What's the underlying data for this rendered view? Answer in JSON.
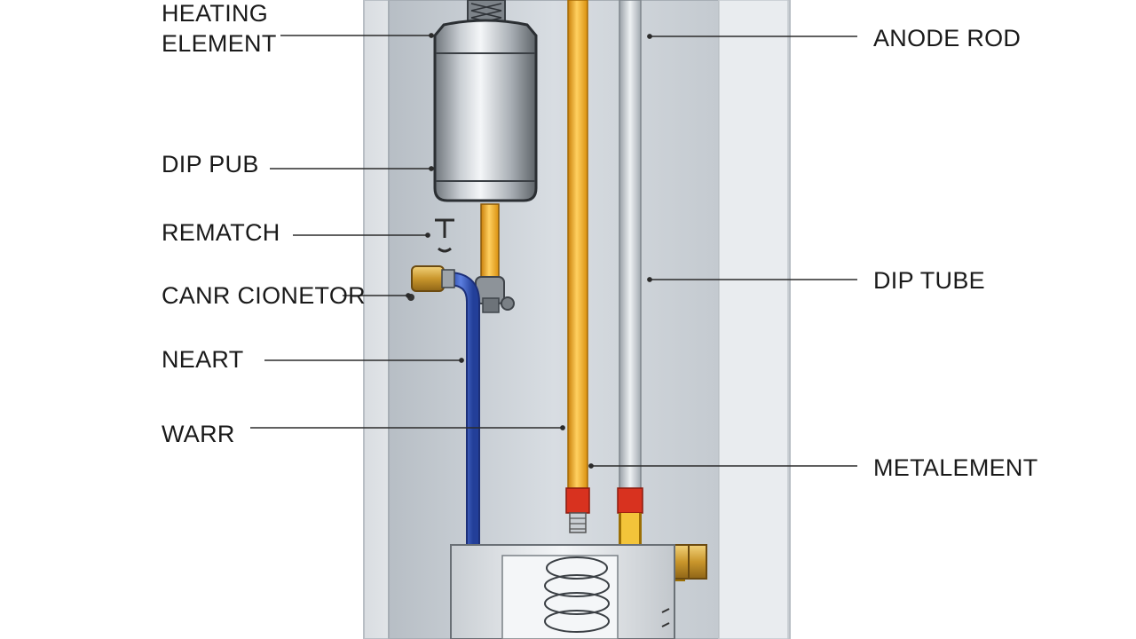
{
  "labels": {
    "heating_element": [
      "HEATING",
      "ELEMENT"
    ],
    "dip_pub": "DIP PUB",
    "rematch": "REMATCH",
    "connector": "CANR CIONETOR",
    "neart": "NEART",
    "warr": "WARR",
    "anode_rod": "ANODE ROD",
    "dip_tube": "DIP TUBE",
    "metalement": "METALEMENT"
  },
  "colors": {
    "background": "#ffffff",
    "tank_outer": "#e6e9ec",
    "tank_inner": "#cfd4d9",
    "cold_water_pipe": "#2f4fb5",
    "hot_water_pipe": "#f0a91d",
    "anode_rod": "#c7ccd2",
    "leader_line": "#2b2b2b",
    "fitting_red": "#d8321f",
    "brass": "#c9a23a"
  }
}
